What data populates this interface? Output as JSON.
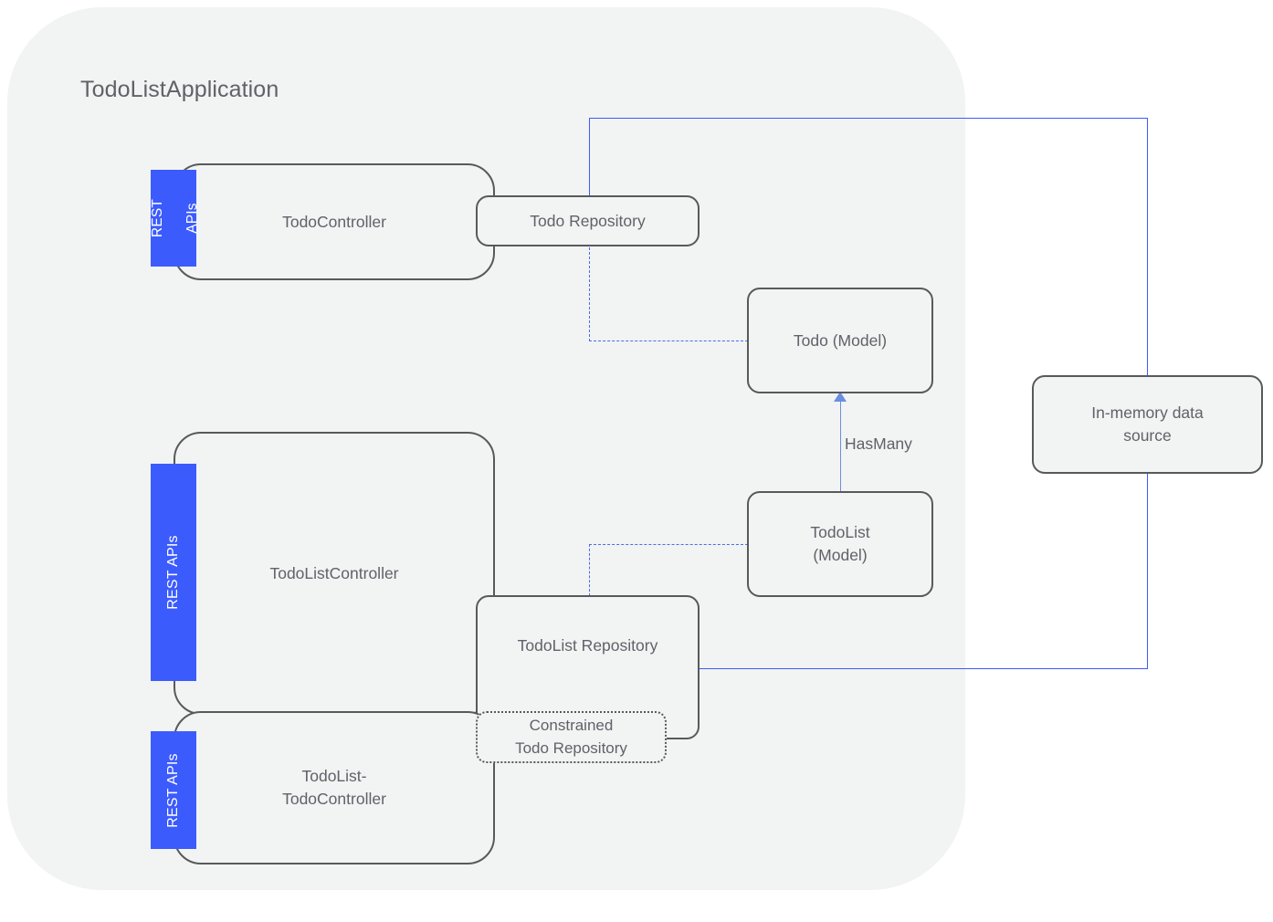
{
  "diagram": {
    "type": "architecture-diagram",
    "background_color": "#ffffff",
    "container_color": "#f2f3f3",
    "accent_color": "#3b5bfd",
    "connector_color": "#4a6bf0",
    "arrow_color": "#6b8ee0",
    "node_border_color": "#58595b",
    "text_color": "#5f6368",
    "title": "TodoListApplication"
  },
  "nodes": {
    "todo_controller": {
      "label": "TodoController"
    },
    "todo_repository": {
      "label": "Todo Repository"
    },
    "todo_model": {
      "label": "Todo (Model)"
    },
    "in_memory_data_source": {
      "label": "In-memory data\nsource"
    },
    "todolist_controller": {
      "label": "TodoListController"
    },
    "todolist_repository": {
      "label": "TodoList Repository"
    },
    "constrained_todo_repository": {
      "label": "Constrained\nTodo Repository"
    },
    "todolist_model": {
      "label": "TodoList\n(Model)"
    },
    "todolist_todo_controller": {
      "label": "TodoList-\nTodoController"
    }
  },
  "badges": {
    "todo_controller_badge": {
      "line1": "REST",
      "line2": "APIs"
    },
    "todolist_controller_badge": {
      "label": "REST APIs"
    },
    "todolist_todo_controller_badge": {
      "label": "REST APIs"
    }
  },
  "edges": {
    "has_many": {
      "label": "HasMany",
      "style": "solid-arrow"
    },
    "todo_repo_to_datasource": {
      "label": "",
      "style": "solid"
    },
    "todo_repo_to_todo_model": {
      "label": "",
      "style": "dashed"
    },
    "todolist_repo_to_datasource": {
      "label": "",
      "style": "solid"
    },
    "todolist_repo_to_todolist_model": {
      "label": "",
      "style": "dashed"
    }
  }
}
